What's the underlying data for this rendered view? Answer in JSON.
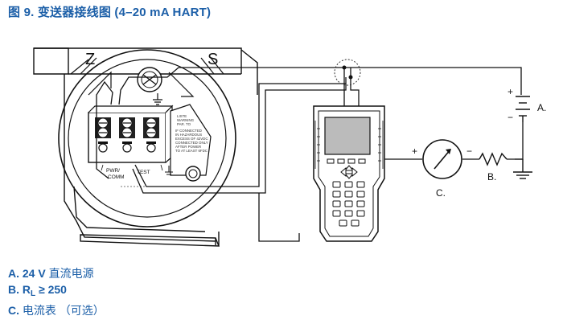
{
  "figure": {
    "number": "图 9.",
    "title": "变送器接线图 (4–20 mA HART)"
  },
  "diagram": {
    "terminal_letters": [
      "Z",
      "S"
    ],
    "terminal_labels": [
      "PWR/",
      "COMM",
      "TEST"
    ],
    "callouts": {
      "a": "A.",
      "b": "B.",
      "c": "C."
    },
    "polarity": {
      "plus": "+",
      "minus": "−"
    },
    "label_plate": [
      "LISTE",
      "WARNING",
      "PAR. TO",
      "IF CONNECTED",
      "IN HAZARDOUS",
      "EXCESS OF 42VDC",
      "CONNECTED ONLY",
      "AFTER POWER",
      "TO AT LEAST 6FDC"
    ]
  },
  "legend": {
    "a_letter": "A.",
    "a_value": "24 V",
    "a_text": "直流电源",
    "b_letter": "B.",
    "b_r": "R",
    "b_sub": "L",
    "b_rest": "≥ 250",
    "c_letter": "C.",
    "c_text": "电流表 （可选）"
  }
}
